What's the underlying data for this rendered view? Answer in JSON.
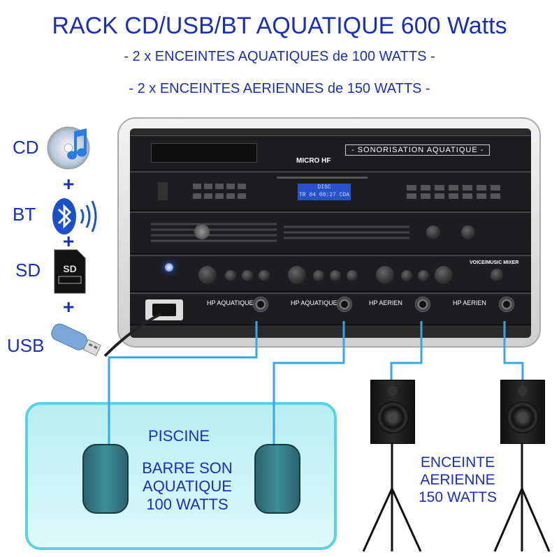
{
  "header": {
    "title": "RACK CD/USB/BT AQUATIQUE 600 Watts",
    "line2": "- 2 x ENCEINTES AQUATIQUES de 100 WATTS -",
    "line3": "- 2 x ENCEINTES AERIENNES de 150 WATTS -"
  },
  "sources": [
    {
      "label": "CD",
      "icon": "cd-music-icon"
    },
    {
      "label": "BT",
      "icon": "bluetooth-icon"
    },
    {
      "label": "SD",
      "icon": "sd-card-icon"
    },
    {
      "label": "USB",
      "icon": "usb-stick-icon"
    }
  ],
  "plus": "+",
  "rack": {
    "banner": "- SONORISATION AQUATIQUE -",
    "micro_label": "MICRO HF",
    "display_line1": "DISC",
    "display_line2": "TR 04  00:27 CDA",
    "outputs": [
      "HP AQUATIQUE",
      "HP AQUATIQUE",
      "HP AERIEN",
      "HP AERIEN"
    ],
    "mixer_label": "VOICE/MUSIC MIXER"
  },
  "pool": {
    "label": "PISCINE",
    "speaker_text": "BARRE SON\nAQUATIQUE\n100 WATTS"
  },
  "air": {
    "text": "ENCEINTE\nAERIENNE\n150 WATTS"
  },
  "colors": {
    "text": "#1a2fb8",
    "cable": "#3aa7e0",
    "pool": "#5ad3e0"
  }
}
